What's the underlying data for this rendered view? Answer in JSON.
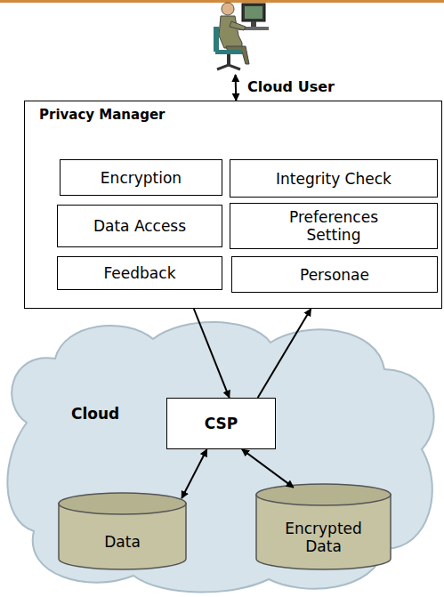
{
  "diagram": {
    "nodes": [
      {
        "text": [
          "Cloud User"
        ]
      },
      {
        "text": [
          "Privacy Manager"
        ]
      },
      {
        "text": [
          "Encryption"
        ],
        "in": 1
      },
      {
        "text": [
          "Integrity Check"
        ],
        "in": 1
      },
      {
        "text": [
          "Data Access"
        ],
        "in": 1
      },
      {
        "text": [
          "Preferences Setting"
        ],
        "in": 1
      },
      {
        "text": [
          "Feedback"
        ],
        "in": 1
      },
      {
        "text": [
          "Personae"
        ],
        "in": 1
      },
      {
        "text": [
          "Cloud"
        ]
      },
      {
        "text": [
          "CSP"
        ],
        "in": 8
      },
      {
        "text": [
          "Data"
        ],
        "in": 8
      },
      {
        "text": [
          "Encrypted Data"
        ],
        "in": 8
      }
    ],
    "edges": [
      {
        "from": 0,
        "to": 1,
        "arrow": "both"
      },
      {
        "from": 1,
        "to": 9,
        "arrow": "to"
      },
      {
        "from": 9,
        "to": 1,
        "arrow": "to"
      },
      {
        "from": 9,
        "to": 10,
        "arrow": "both"
      },
      {
        "from": 9,
        "to": 11,
        "arrow": "both"
      }
    ]
  }
}
